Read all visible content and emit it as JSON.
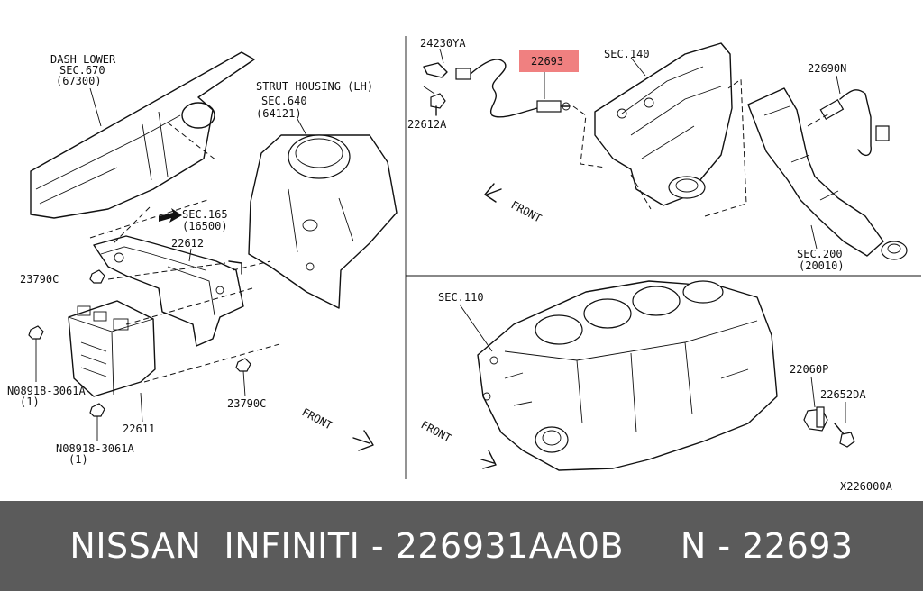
{
  "labels": {
    "dash_lower_1": "DASH LOWER",
    "dash_lower_2": "SEC.670",
    "dash_lower_3": "(67300)",
    "strut_1": "STRUT HOUSING (LH)",
    "strut_2": "SEC.640",
    "strut_3": "(64121)",
    "sec165_1": "SEC.165",
    "sec165_2": "(16500)",
    "p22612": "22612",
    "p23790c_a": "23790C",
    "p23790c_b": "23790C",
    "n08918_a": "N08918-3061A",
    "n08918_a_qty": "(1)",
    "n08918_b": "N08918-3061A",
    "n08918_b_qty": "(1)",
    "p22611": "22611",
    "front_left": "FRONT",
    "p24230ya": "24230YA",
    "p22693": "22693",
    "sec140": "SEC.140",
    "p22690n": "22690N",
    "p22612a": "22612A",
    "front_top": "FRONT",
    "sec200_1": "SEC.200",
    "sec200_2": "(20010)",
    "sec110": "SEC.110",
    "p22060p": "22060P",
    "p22652da": "22652DA",
    "front_bottom": "FRONT",
    "diagram_id": "X226000A"
  },
  "highlight_color": "#f08080",
  "banner": {
    "text": "NISSAN  INFINITI - 226931AA0B     N - 22693",
    "background": "#5b5b5b",
    "color": "#ffffff"
  }
}
